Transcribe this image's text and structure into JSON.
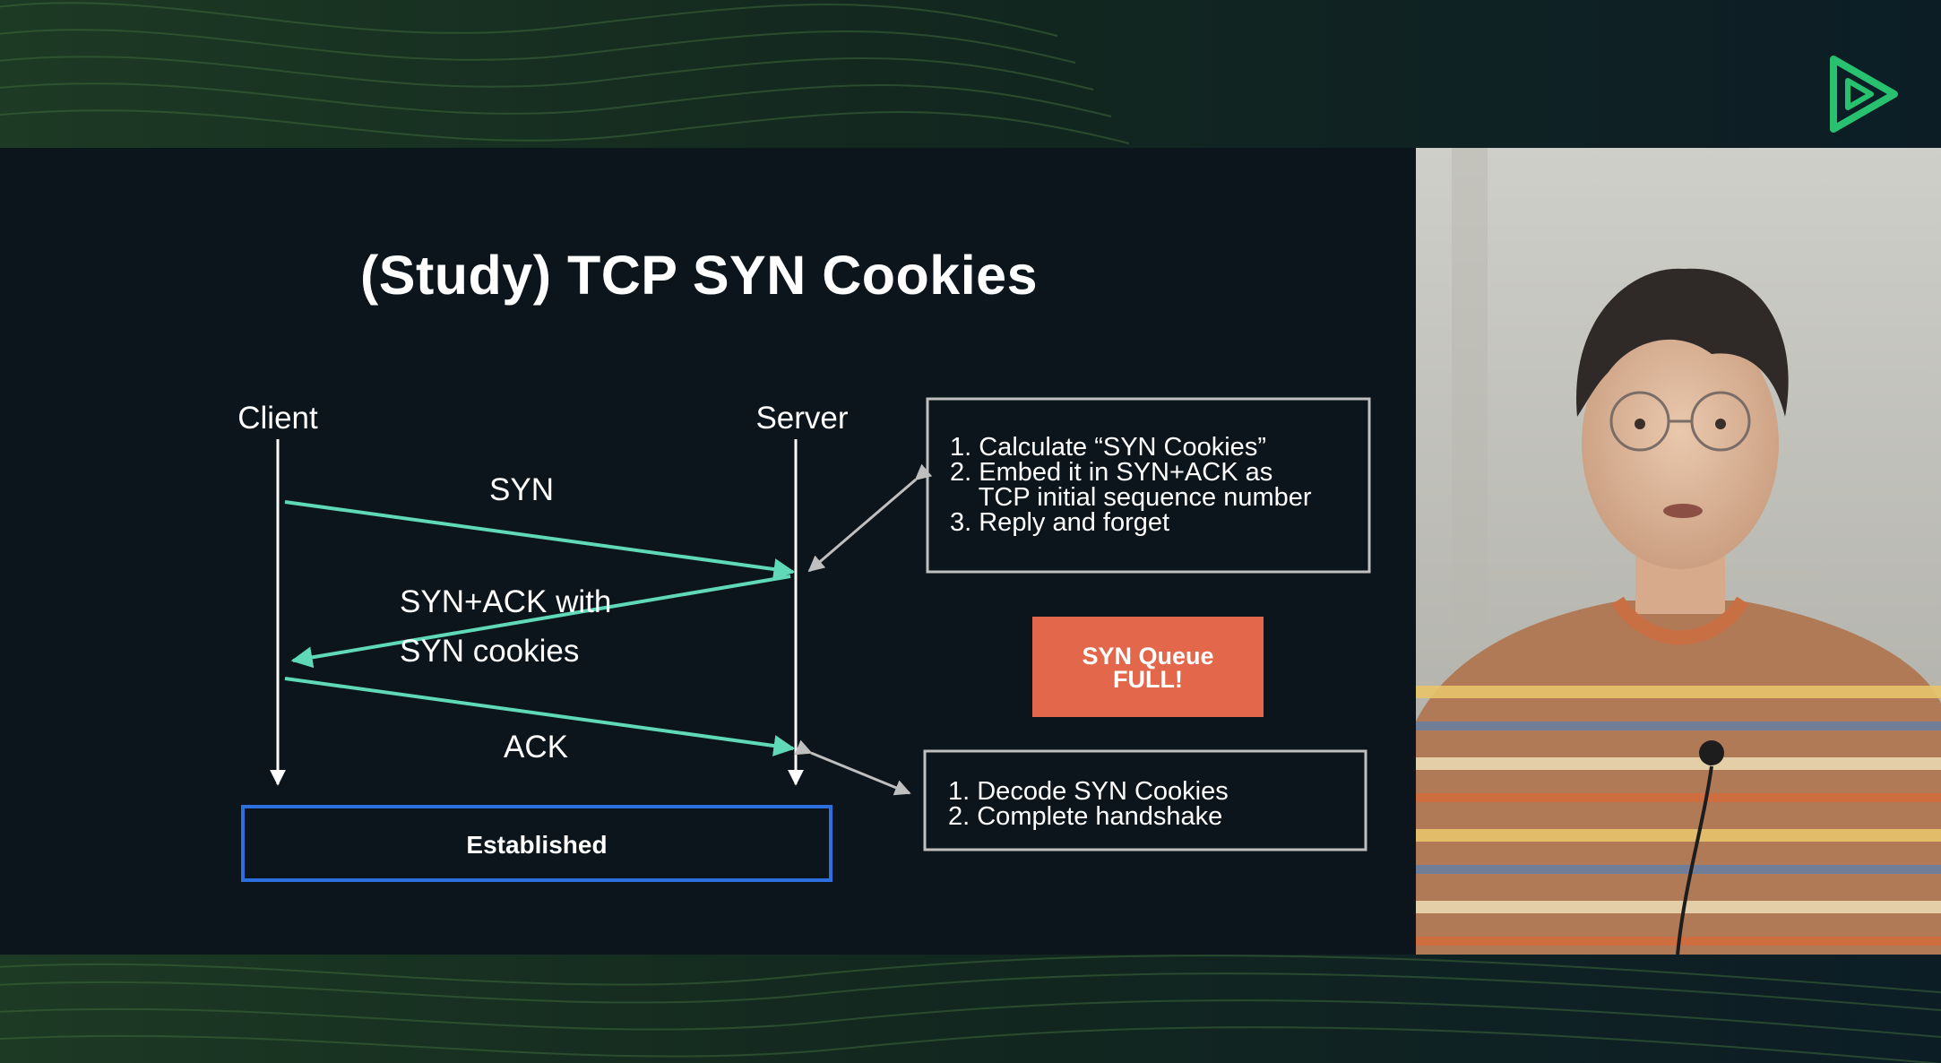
{
  "slide": {
    "title": "(Study) TCP SYN Cookies",
    "client_label": "Client",
    "server_label": "Server",
    "messages": {
      "syn": "SYN",
      "syn_ack_line1": "SYN+ACK with",
      "syn_ack_line2": "SYN cookies",
      "ack": "ACK"
    },
    "established_label": "Established",
    "server_steps_top": [
      "1. Calculate “SYN Cookies”",
      "2. Embed it in SYN+ACK as",
      "    TCP initial sequence number",
      "3. Reply and forget"
    ],
    "queue_badge_line1": "SYN Queue",
    "queue_badge_line2": "FULL!",
    "server_steps_bottom": [
      "1. Decode SYN Cookies",
      "2. Complete handshake"
    ]
  },
  "colors": {
    "arrow": "#5fd9b7",
    "established_border": "#2e6fe0",
    "badge": "#e2674b",
    "brand": "#27c16f"
  },
  "icons": {
    "brand_logo": "play-triangle-logo"
  }
}
